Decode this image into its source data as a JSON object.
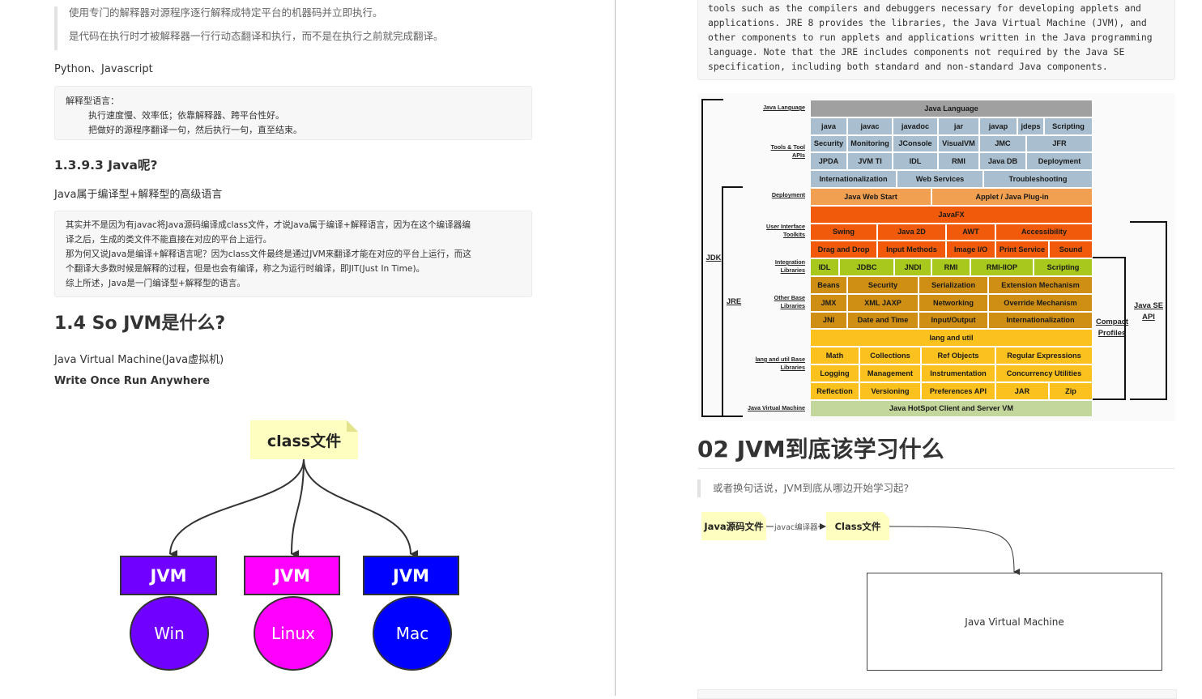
{
  "left": {
    "quote_lines": [
      "使用专门的解释器对源程序逐行解释成特定平台的机器码并立即执行。",
      "是代码在执行时才被解释器一行行动态翻译和执行，而不是在执行之前就完成翻译。"
    ],
    "languages_line": "Python、Javascript",
    "code1": {
      "line1": "解释型语言：",
      "line2": "执行速度慢、效率低；依靠解释器、跨平台性好。",
      "line3": "把做好的源程序翻译一句，然后执行一句，直至结束。"
    },
    "heading_java": "1.3.9.3 Java呢?",
    "java_summary": "Java属于编译型+解释型的高级语言",
    "code2": {
      "line1": "其实并不是因为有javac将Java源码编译成class文件，才说Java属于编译+解释语言，因为在这个编译器编",
      "line2": "译之后，生成的类文件不能直接在对应的平台上运行。",
      "line3": "那为何又说Java是编译+解释语言呢？因为class文件最终是通过JVM来翻译才能在对应的平台上运行，而这",
      "line4": "个翻译大多数时候是解释的过程，但是也会有编译，称之为运行时编译，即JIT(Just In Time)。",
      "line5": "综上所述，Java是一门编译型+解释型的语言。"
    },
    "heading_jvm": "1.4 So JVM是什么?",
    "jvm_fullname": "Java Virtual Machine(Java虚拟机)",
    "slogan": "Write Once Run Anywhere",
    "diagram": {
      "class_note": "class文件",
      "jvm_label": "JVM",
      "platforms": [
        {
          "name": "Win",
          "box_color": "#7000ff",
          "circle_color": "#7000ff"
        },
        {
          "name": "Linux",
          "box_color": "#ff00ff",
          "circle_color": "#ff00ff"
        },
        {
          "name": "Mac",
          "box_color": "#0000ff",
          "circle_color": "#0000ff"
        }
      ]
    }
  },
  "right": {
    "code_lines": [
      "tools such as the compilers and debuggers necessary for developing applets and",
      "applications. JRE 8 provides the libraries, the Java Virtual Machine (JVM), and",
      "other components to run applets and applications written in the Java programming",
      "language. Note that the JRE includes components not required by the Java SE",
      "specification, including both standard and non-standard Java components."
    ],
    "platform": {
      "colors": {
        "gray": "#a9bfd0",
        "grayTop": "#a0a0a0",
        "orange": "#f0a050",
        "red": "#f05a0a",
        "olive": "#a8c81e",
        "brown": "#cf8f14",
        "yellow": "#fbc21f",
        "green": "#c3d69b"
      },
      "row_labels": [
        "Java Language",
        "Tools & Tool APIs",
        "Deployment",
        "User Interface Toolkits",
        "Integration Libraries",
        "Other Base Libraries",
        "lang and util Base Libraries",
        "Java Virtual Machine"
      ],
      "side_labels": {
        "jdk": "JDK",
        "jre": "JRE",
        "compact": "Compact Profiles",
        "javase": "Java SE API"
      },
      "rows": [
        [
          {
            "t": "Java Language",
            "c": "grayTop"
          }
        ],
        [
          {
            "t": "java"
          },
          {
            "t": "javac"
          },
          {
            "t": "javadoc"
          },
          {
            "t": "jar"
          },
          {
            "t": "javap"
          },
          {
            "t": "jdeps"
          },
          {
            "t": "Scripting"
          }
        ],
        [
          {
            "t": "Security"
          },
          {
            "t": "Monitoring"
          },
          {
            "t": "JConsole"
          },
          {
            "t": "VisualVM"
          },
          {
            "t": "JMC"
          },
          {
            "t": "JFR"
          }
        ],
        [
          {
            "t": "JPDA"
          },
          {
            "t": "JVM TI"
          },
          {
            "t": "IDL"
          },
          {
            "t": "RMI"
          },
          {
            "t": "Java DB"
          },
          {
            "t": "Deployment"
          }
        ],
        [
          {
            "t": "Internationalization"
          },
          {
            "t": "Web Services"
          },
          {
            "t": "Troubleshooting"
          }
        ],
        [
          {
            "t": "Java Web Start",
            "c": "orange"
          },
          {
            "t": "Applet / Java Plug-in",
            "c": "orange"
          }
        ],
        [
          {
            "t": "JavaFX",
            "c": "red"
          }
        ],
        [
          {
            "t": "Swing",
            "c": "red"
          },
          {
            "t": "Java 2D",
            "c": "red"
          },
          {
            "t": "AWT",
            "c": "red"
          },
          {
            "t": "Accessibility",
            "c": "red"
          }
        ],
        [
          {
            "t": "Drag and Drop",
            "c": "red"
          },
          {
            "t": "Input Methods",
            "c": "red"
          },
          {
            "t": "Image I/O",
            "c": "red"
          },
          {
            "t": "Print Service",
            "c": "red"
          },
          {
            "t": "Sound",
            "c": "red"
          }
        ],
        [
          {
            "t": "IDL",
            "c": "olive"
          },
          {
            "t": "JDBC",
            "c": "olive"
          },
          {
            "t": "JNDI",
            "c": "olive"
          },
          {
            "t": "RMI",
            "c": "olive"
          },
          {
            "t": "RMI-IIOP",
            "c": "olive"
          },
          {
            "t": "Scripting",
            "c": "olive"
          }
        ],
        [
          {
            "t": "Beans",
            "c": "brown"
          },
          {
            "t": "Security",
            "c": "brown"
          },
          {
            "t": "Serialization",
            "c": "brown"
          },
          {
            "t": "Extension Mechanism",
            "c": "brown"
          }
        ],
        [
          {
            "t": "JMX",
            "c": "brown"
          },
          {
            "t": "XML JAXP",
            "c": "brown"
          },
          {
            "t": "Networking",
            "c": "brown"
          },
          {
            "t": "Override Mechanism",
            "c": "brown"
          }
        ],
        [
          {
            "t": "JNI",
            "c": "brown"
          },
          {
            "t": "Date and Time",
            "c": "brown"
          },
          {
            "t": "Input/Output",
            "c": "brown"
          },
          {
            "t": "Internationalization",
            "c": "brown"
          }
        ],
        [
          {
            "t": "lang and util",
            "c": "yellow"
          }
        ],
        [
          {
            "t": "Math",
            "c": "yellow"
          },
          {
            "t": "Collections",
            "c": "yellow"
          },
          {
            "t": "Ref Objects",
            "c": "yellow"
          },
          {
            "t": "Regular Expressions",
            "c": "yellow"
          }
        ],
        [
          {
            "t": "Logging",
            "c": "yellow"
          },
          {
            "t": "Management",
            "c": "yellow"
          },
          {
            "t": "Instrumentation",
            "c": "yellow"
          },
          {
            "t": "Concurrency Utilities",
            "c": "yellow"
          }
        ],
        [
          {
            "t": "Reflection",
            "c": "yellow"
          },
          {
            "t": "Versioning",
            "c": "yellow"
          },
          {
            "t": "Preferences API",
            "c": "yellow"
          },
          {
            "t": "JAR",
            "c": "yellow"
          },
          {
            "t": "Zip",
            "c": "yellow"
          }
        ],
        [
          {
            "t": "Java HotSpot Client and Server VM",
            "c": "green"
          }
        ]
      ]
    },
    "heading_learn": "02 JVM到底该学习什么",
    "quote_learn": "或者换句话说，JVM到底从哪边开始学习起?",
    "flow": {
      "source_note": "Java源码文件",
      "compiler_label": "javac编译器",
      "class_note": "Class文件",
      "jvm_box": "Java Virtual Machine"
    }
  }
}
